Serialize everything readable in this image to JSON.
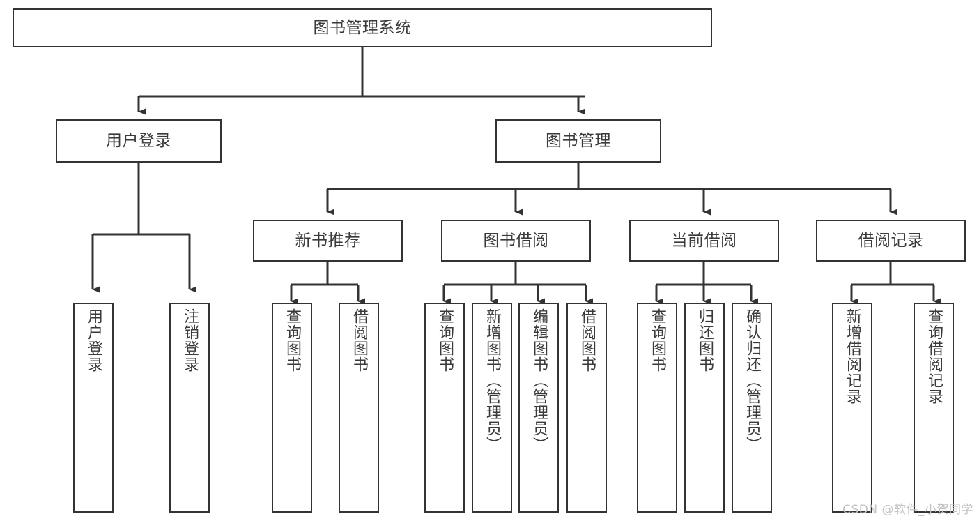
{
  "diagram": {
    "title": "图书管理系统",
    "type": "hierarchy-tree",
    "background_color": "#ffffff",
    "stroke_color": "#333333",
    "text_color": "#3a3a3a",
    "watermark": "CSDN @软件_小贺同学",
    "watermark_color": "#c3c3c3",
    "nodes": {
      "root": {
        "label": "图书管理系统"
      },
      "level2": [
        {
          "label": "用户登录"
        },
        {
          "label": "图书管理"
        }
      ],
      "level3": [
        {
          "label": "新书推荐"
        },
        {
          "label": "图书借阅"
        },
        {
          "label": "当前借阅"
        },
        {
          "label": "借阅记录"
        }
      ],
      "leaves_user_login": [
        {
          "label": "用户登录"
        },
        {
          "label": "注销登录"
        }
      ],
      "leaves_new_book": [
        {
          "label": "查询图书"
        },
        {
          "label": "借阅图书"
        }
      ],
      "leaves_borrow": [
        {
          "label": "查询图书"
        },
        {
          "label": "新增图书（管理员）"
        },
        {
          "label": "编辑图书（管理员）"
        },
        {
          "label": "借阅图书"
        }
      ],
      "leaves_current": [
        {
          "label": "查询图书"
        },
        {
          "label": "归还图书"
        },
        {
          "label": "确认归还（管理员）"
        }
      ],
      "leaves_records": [
        {
          "label": "新增借阅记录"
        },
        {
          "label": "查询借阅记录"
        }
      ]
    }
  }
}
